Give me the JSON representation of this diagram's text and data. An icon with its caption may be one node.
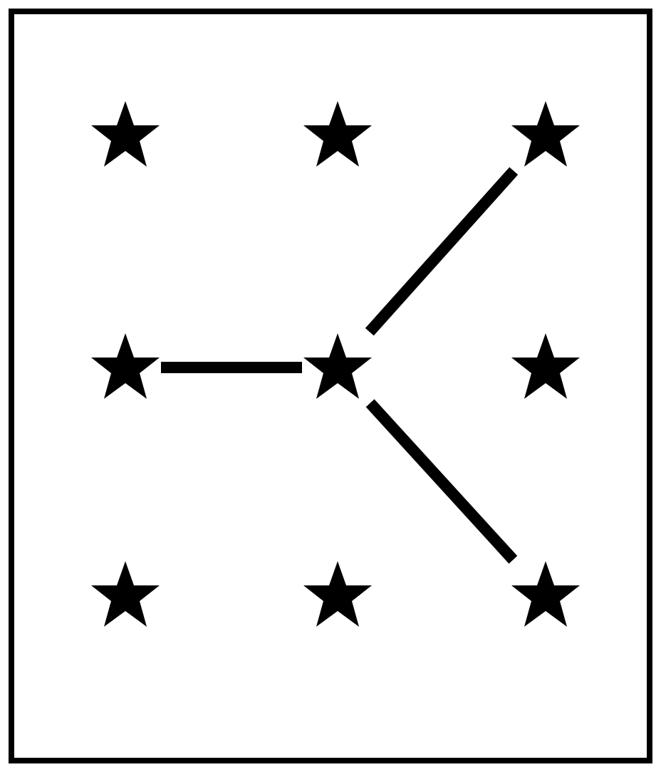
{
  "diagram": {
    "nodes": [
      {
        "text": [],
        "shape": "star"
      },
      {
        "text": [],
        "shape": "star"
      },
      {
        "text": [],
        "shape": "star"
      },
      {
        "text": [],
        "shape": "star"
      },
      {
        "text": [],
        "shape": "star"
      },
      {
        "text": [],
        "shape": "star"
      },
      {
        "text": [],
        "shape": "star"
      },
      {
        "text": [],
        "shape": "star"
      },
      {
        "text": [],
        "shape": "star"
      }
    ],
    "edges": [
      {
        "from": 4,
        "to": 3,
        "arrow": "none"
      },
      {
        "from": 4,
        "to": 2,
        "arrow": "none"
      },
      {
        "from": 4,
        "to": 8,
        "arrow": "none"
      }
    ]
  }
}
